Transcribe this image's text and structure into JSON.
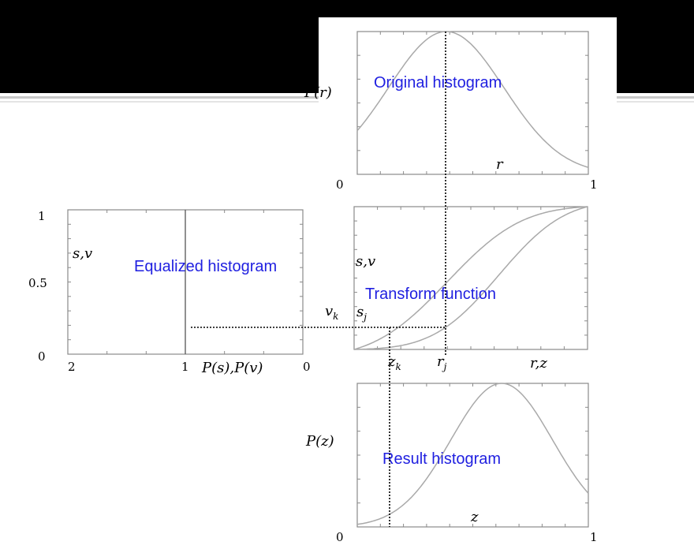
{
  "slide": {
    "header_color": "#000000",
    "accent_color": "#1f1fe0"
  },
  "diagram": {
    "original": {
      "caption": "Original histogram",
      "y_label": "P(r)",
      "x_label": "r",
      "x_min": "0",
      "x_max": "1"
    },
    "transform": {
      "caption": "Transform function",
      "y_label": "s,v",
      "x_label": "r,z",
      "v_label": "v",
      "v_sub": "k",
      "s_label": "s",
      "s_sub": "j",
      "z_label": "z",
      "z_sub": "k",
      "r_label": "r",
      "r_sub": "j"
    },
    "equalized": {
      "caption": "Equalized histogram",
      "y_label": "s,v",
      "x_label": "P(s),P(v)",
      "y_ticks": [
        "1",
        "0.5",
        "0"
      ],
      "x_ticks": [
        "2",
        "1",
        "0"
      ]
    },
    "result": {
      "caption": "Result histogram",
      "y_label": "P(z)",
      "x_label": "z",
      "x_min": "0",
      "x_max": "1"
    }
  }
}
